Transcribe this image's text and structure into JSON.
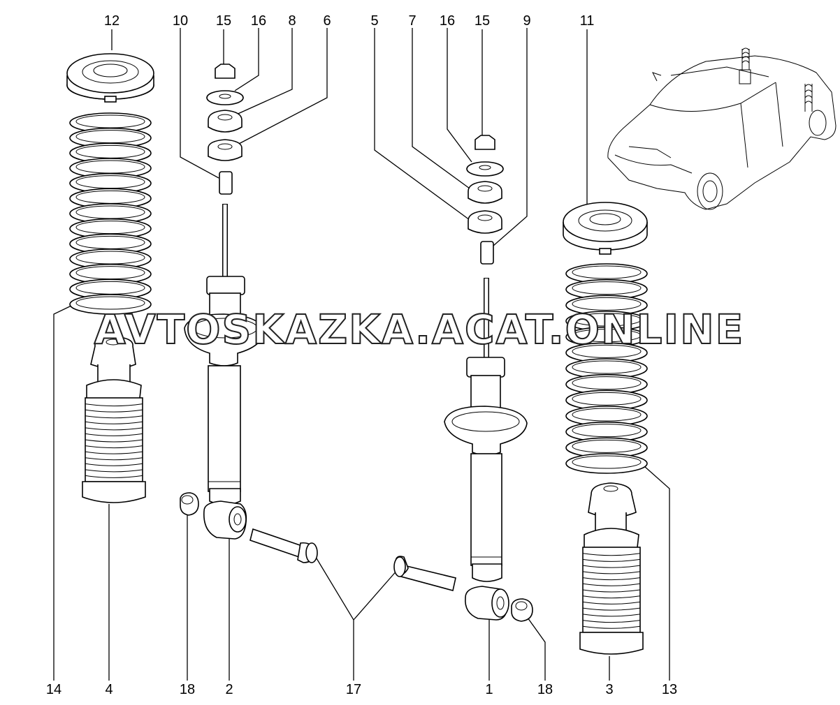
{
  "diagram": {
    "labels_top": [
      "12",
      "10",
      "15",
      "16",
      "8",
      "6",
      "5",
      "7",
      "16",
      "15",
      "9",
      "11"
    ],
    "labels_bottom": [
      "14",
      "4",
      "18",
      "2",
      "17",
      "1",
      "18",
      "3",
      "13"
    ],
    "watermark": "AVTOSKAZKA.ACAT.ONLINE"
  }
}
